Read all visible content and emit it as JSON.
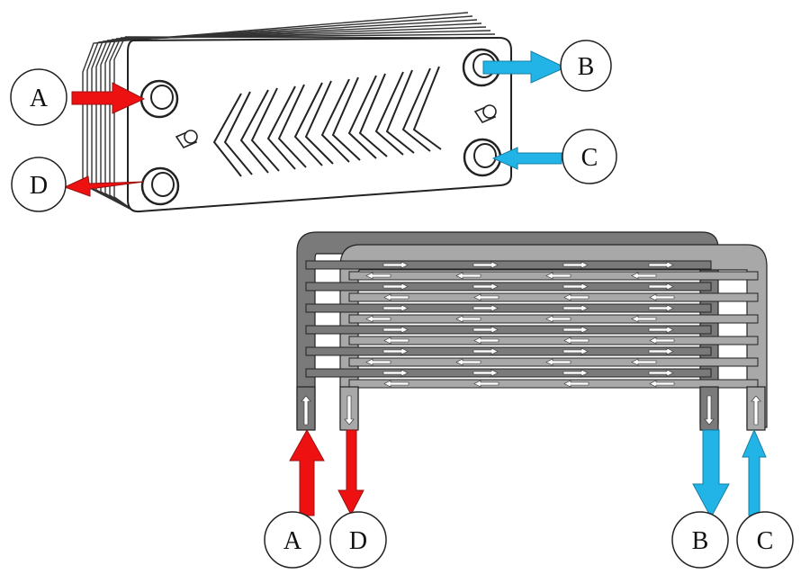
{
  "labels": {
    "top_a": "A",
    "top_b": "B",
    "top_c": "C",
    "top_d": "D",
    "bottom_a": "A",
    "bottom_d": "D",
    "bottom_b": "B",
    "bottom_c": "C"
  },
  "colors": {
    "hot": "#ee1111",
    "cold": "#22b4e6",
    "plate_dark": "#7a7a7a",
    "plate_light": "#a8a8a8",
    "outline": "#222222"
  },
  "icons": {
    "arrow": "block-arrow",
    "flow": "chevron-flow-marks"
  }
}
